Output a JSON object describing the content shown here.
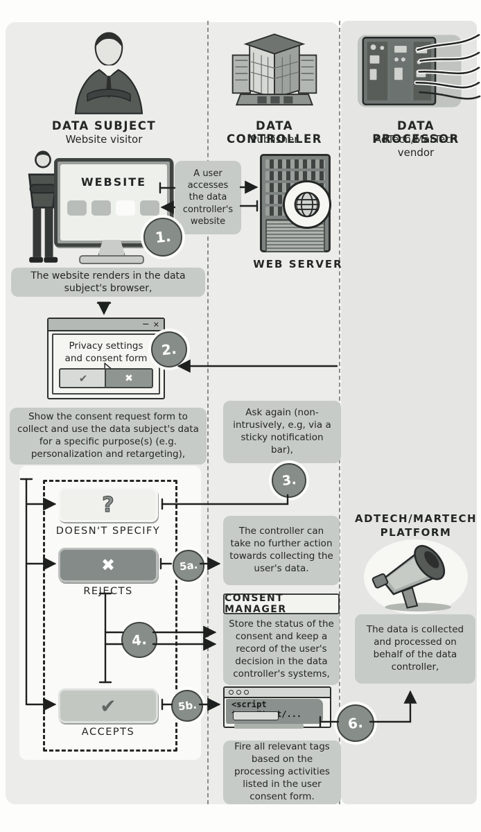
{
  "columns": {
    "subject": {
      "title": "DATA SUBJECT",
      "subtitle": "Website visitor"
    },
    "controller": {
      "title": "DATA CONTROLLER",
      "subtitle": "Publisher"
    },
    "processor": {
      "title": "DATA PROCESSOR",
      "subtitle": "AdTech/MarTech vendor"
    }
  },
  "flow": {
    "website_label": "WEBSITE",
    "access_note": "A user accesses the data controller's website",
    "web_server_label": "WEB SERVER",
    "render_note": "The website renders in the data subject's browser,",
    "consent_window": {
      "title_line1": "Privacy settings",
      "title_line2": "and consent form"
    },
    "show_form_note": "Show the consent request form to collect and use the data subject's data for a specific purpose(s) (e.g. personalization and retargeting),",
    "ask_again_note": "Ask again (non-intrusively, e.g, via a sticky notification bar),",
    "choices": {
      "doesnt_specify": "DOESN'T SPECIFY",
      "rejects": "REJECTS",
      "accepts": "ACCEPTS"
    },
    "no_action_note": "The controller can take no further action towards collecting the user's data.",
    "consent_manager": {
      "title": "CONSENT MANAGER",
      "body": "Store the status of the consent and keep a record of the user's decision in the data controller's systems,"
    },
    "script_window": {
      "code": "<script type=\"text/..."
    },
    "fire_tags_note": "Fire all relevant tags based on the processing activities listed in the user consent form.",
    "platform": {
      "title": "ADTECH/MARTECH PLATFORM",
      "collected_note": "The data is collected and processed on behalf of the data controller,"
    }
  },
  "badges": {
    "b1": "1.",
    "b2": "2.",
    "b3": "3.",
    "b4": "4.",
    "b5a": "5a.",
    "b5b": "5b.",
    "b6": "6."
  },
  "icons": {
    "check": "✔",
    "cross": "✖",
    "question": "?",
    "minimize": "—",
    "close": "✕"
  },
  "colors": {
    "box_gray": "#c7cbc7",
    "badge_gray": "#878e8a",
    "ink": "#232625"
  }
}
